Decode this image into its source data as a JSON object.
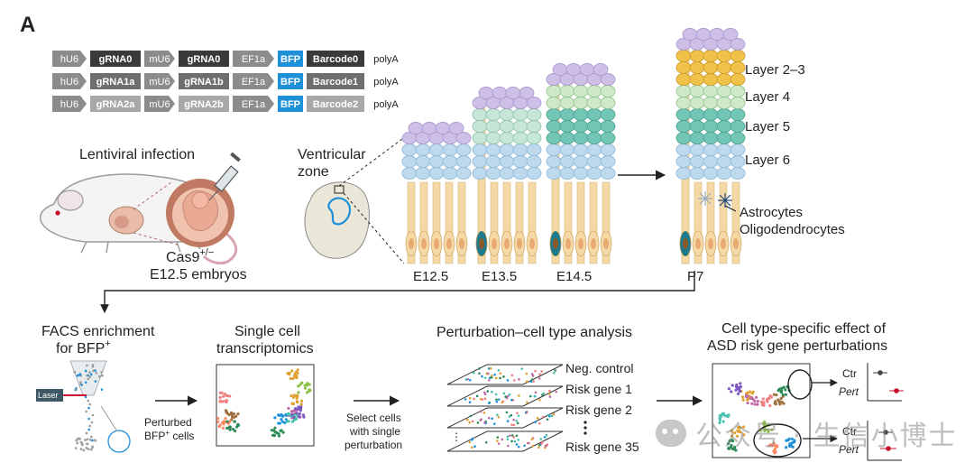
{
  "panel_label": "A",
  "constructs": [
    {
      "parts": [
        "hU6",
        "gRNA0",
        "mU6",
        "gRNA0",
        "EF1a",
        "BFP",
        "Barcode0",
        "polyA"
      ],
      "grna_color": "#3a3a3a"
    },
    {
      "parts": [
        "hU6",
        "gRNA1a",
        "mU6",
        "gRNA1b",
        "EF1a",
        "BFP",
        "Barcode1",
        "polyA"
      ],
      "grna_color": "#6e6e6e"
    },
    {
      "parts": [
        "hU6",
        "gRNA2a",
        "mU6",
        "gRNA2b",
        "EF1a",
        "BFP",
        "Barcode2",
        "polyA"
      ],
      "grna_color": "#a8a8a8"
    }
  ],
  "labels": {
    "lentiviral": "Lentiviral infection",
    "cas9_base": "Cas9",
    "cas9_sup": "+/−",
    "embryos": "E12.5 embryos",
    "ventricular_1": "Ventricular",
    "ventricular_2": "zone",
    "stages": [
      "E12.5",
      "E13.5",
      "E14.5",
      "P7"
    ],
    "layers": [
      "Layer 2–3",
      "Layer 4",
      "Layer 5",
      "Layer 6"
    ],
    "astrocytes": "Astrocytes",
    "oligodendrocytes": "Oligodendrocytes",
    "facs_1": "FACS enrichment",
    "facs_2": "for BFP",
    "facs_sup": "+",
    "laser": "Laser",
    "perturbed_1": "Perturbed",
    "perturbed_2": "BFP",
    "perturbed_sup": "+",
    "perturbed_3": " cells",
    "single_1": "Single cell",
    "single_2": "transcriptomics",
    "select_1": "Select cells",
    "select_2": "with single",
    "select_3": "perturbation",
    "ptca": "Perturbation–cell type analysis",
    "risk": [
      "Neg. control",
      "Risk gene 1",
      "Risk gene 2",
      "Risk gene 35"
    ],
    "effect_1": "Cell type-specific effect of",
    "effect_2": "ASD risk gene perturbations",
    "ctr": "Ctr",
    "pert": "Pert"
  },
  "watermark": "公众号 · 生信小博士",
  "colors": {
    "bfp": "#1e90d8",
    "arrow_part": "#8c8c8c",
    "layer23": "#f1c24a",
    "layer4": "#1f7a8c",
    "layer5": "#72c6b6",
    "layer6": "#bcd9ee",
    "top_cells": "#cdbfe6",
    "radial": "#f4d9a6",
    "accent_red": "#c8102e"
  }
}
